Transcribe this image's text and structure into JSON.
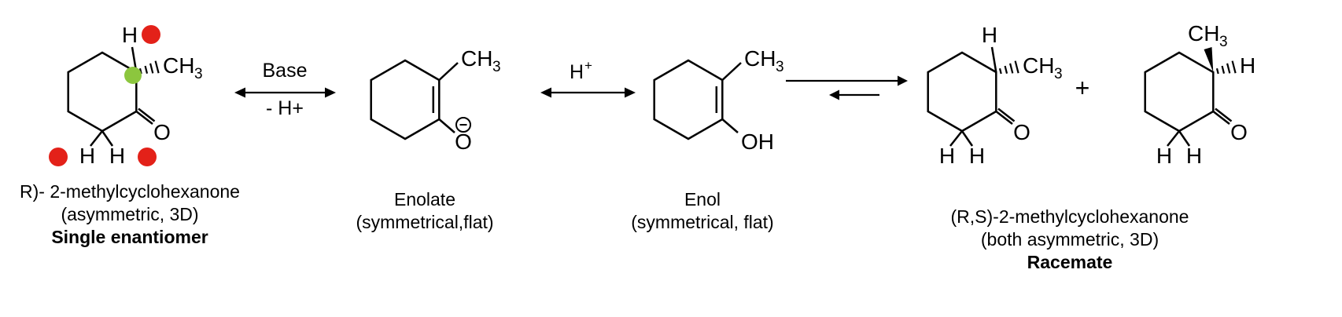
{
  "colors": {
    "ink": "#000000",
    "red_dot": "#e32119",
    "green_dot": "#8cc63e",
    "background": "#ffffff"
  },
  "atoms": {
    "h": "H",
    "o": "O",
    "oh": "OH",
    "ch": "CH",
    "sub3": "3"
  },
  "arrow_base": {
    "top": "Base",
    "bottom": "- H+"
  },
  "arrow_hplus": {
    "label": "H",
    "sup": "+"
  },
  "plus_sign": "+",
  "captions": {
    "reactant": {
      "line1": "R)- 2-methylcyclohexanone",
      "line2": "(asymmetric, 3D)",
      "line3": "Single enantiomer"
    },
    "enolate": {
      "line1": "Enolate",
      "line2": "(symmetrical,flat)"
    },
    "enol": {
      "line1": "Enol",
      "line2": "(symmetrical, flat)"
    },
    "products": {
      "line1": "(R,S)-2-methylcyclohexanone",
      "line2": "(both asymmetric, 3D)",
      "line3": "Racemate"
    }
  }
}
